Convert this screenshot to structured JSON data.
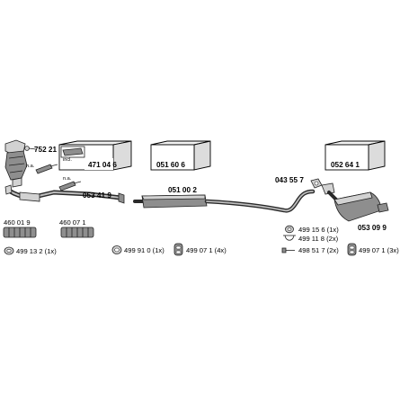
{
  "parts": {
    "p752213": "752 21 3",
    "incl": "incl.",
    "p471046": "471 04 6",
    "p051606": "051 60 6",
    "p052641": "052 64 1",
    "na_1": "n.a.",
    "na_2": "n.a.",
    "p053419": "053 41 9",
    "p051002": "051 00 2",
    "p043557": "043 55 7",
    "p053099": "053 09 9",
    "p460019": "460 01 9",
    "p460071": "460 07 1",
    "p499132": "499 13 2 (1x)",
    "p499910": "499 91 0 (1x)",
    "p499071_4x": "499 07 1 (4x)",
    "p499156": "499 15 6 (1x)",
    "p499118": "499 11 8 (2x)",
    "p498517": "498 51 7 (2x)",
    "p499071_3x": "499 07 1 (3x)"
  },
  "icons": [
    "catalytic-converter-icon",
    "kit-box-icon",
    "pipe-icon",
    "silencer-icon",
    "clamp-icon",
    "gasket-ring-icon",
    "rubber-mount-icon",
    "bolt-icon",
    "lambda-sensor-icon",
    "heat-shield-icon"
  ]
}
